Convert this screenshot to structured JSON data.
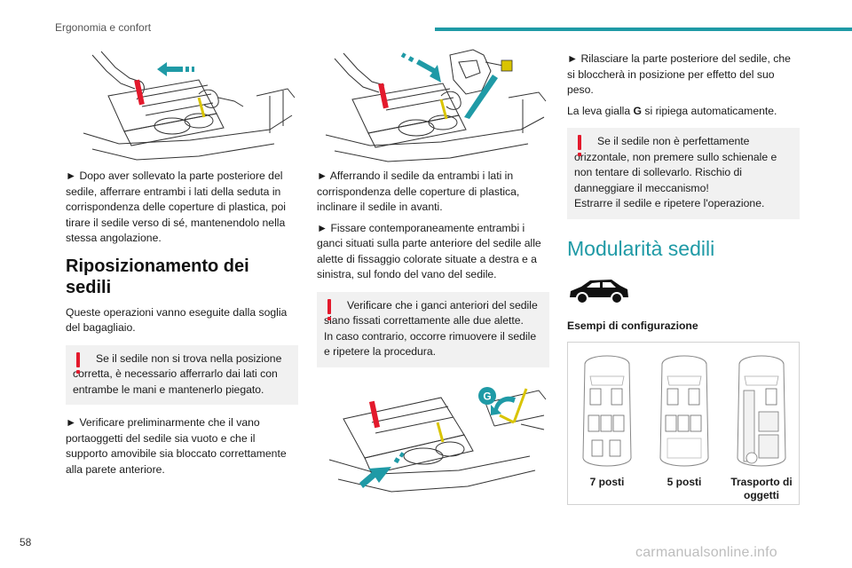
{
  "header": {
    "section": "Ergonomia e confort"
  },
  "page_number": "58",
  "watermark": "carmanualsonline.info",
  "colors": {
    "accent": "#1f9aa6",
    "warning": "#e3192c"
  },
  "col1": {
    "p1": "► Dopo aver sollevato la parte posteriore del sedile, afferrare entrambi i lati della seduta in corrispondenza delle coperture di plastica, poi tirare il sedile verso di sé, mantenendolo nella stessa angolazione.",
    "heading": "Riposizionamento dei sedili",
    "p2": "Queste operazioni vanno eseguite dalla soglia del bagagliaio.",
    "warning": "Se il sedile non si trova nella posizione corretta, è necessario afferrarlo dai lati con entrambe le mani e mantenerlo piegato.",
    "p3": "► Verificare preliminarmente che il vano portaoggetti del sedile sia vuoto e che il supporto amovibile sia bloccato correttamente alla parete anteriore."
  },
  "col2": {
    "p1": "► Afferrando il sedile da entrambi i lati in corrispondenza delle coperture di plastica, inclinare il sedile in avanti.",
    "p2": "► Fissare contemporaneamente entrambi i ganci situati sulla parte anteriore del sedile alle alette di fissaggio colorate situate a destra e a sinistra, sul fondo del vano del sedile.",
    "warning_line1": "Verificare che i ganci anteriori del sedile siano fissati correttamente alle due alette.",
    "warning_line2": "In caso contrario, occorre rimuovere il sedile e ripetere la procedura.",
    "figure_label": "G"
  },
  "col3": {
    "p1": "► Rilasciare la parte posteriore del sedile, che si bloccherà in posizione per effetto del suo peso.",
    "p2_prefix": "La leva gialla ",
    "p2_bold": "G",
    "p2_suffix": " si ripiega automaticamente.",
    "warning_line1": "Se il sedile non è perfettamente orizzontale, non premere sullo schienale e non tentare di sollevarlo. Rischio di danneggiare il meccanismo!",
    "warning_line2": "Estrarre il sedile e ripetere l'operazione.",
    "heading": "Modularità sedili",
    "examples_label": "Esempi di configurazione",
    "configs": [
      {
        "label": "7 posti"
      },
      {
        "label": "5 posti"
      },
      {
        "label": "Trasporto di oggetti"
      }
    ]
  }
}
